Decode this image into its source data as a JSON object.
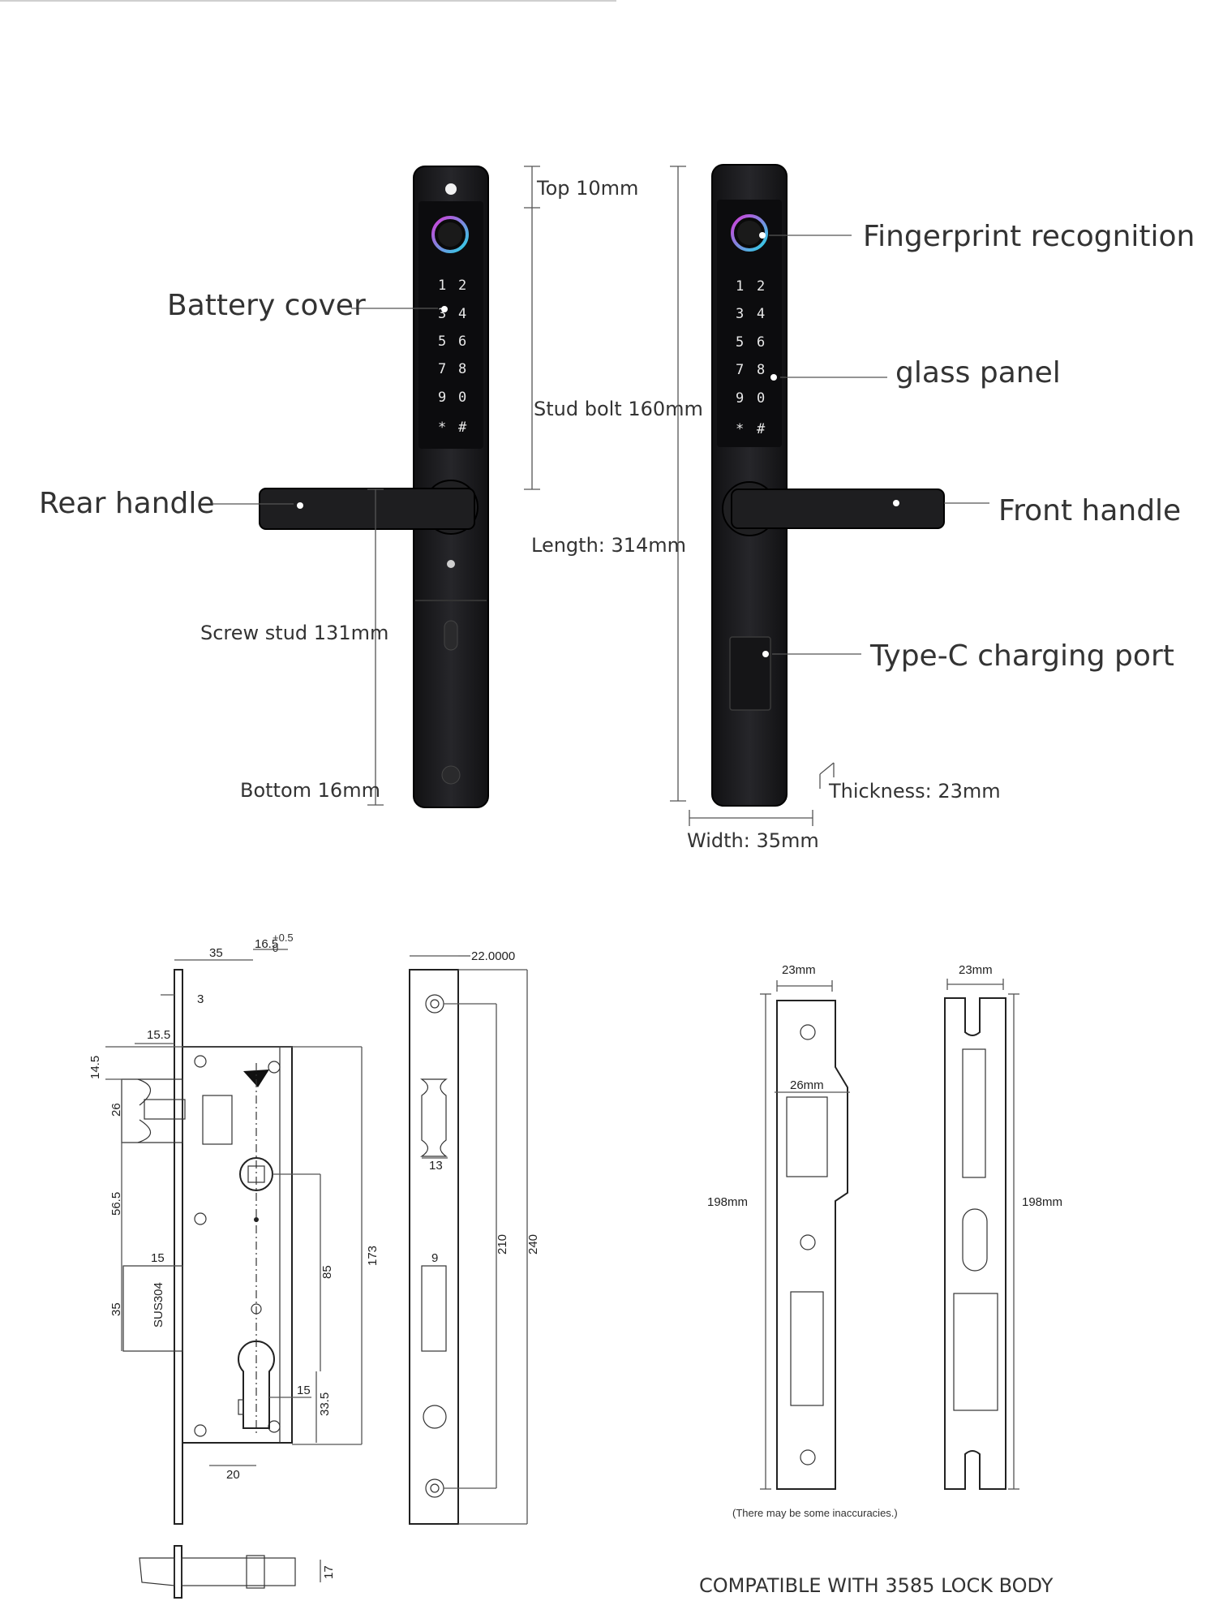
{
  "callouts": {
    "top": "Top 10mm",
    "stud_bolt": "Stud bolt 160mm",
    "length": "Length: 314mm",
    "battery_cover": "Battery cover",
    "rear_handle": "Rear handle",
    "screw_stud": "Screw stud 131mm",
    "bottom": "Bottom 16mm",
    "fingerprint": "Fingerprint recognition",
    "glass_panel": "glass panel",
    "front_handle": "Front handle",
    "type_c": "Type-C charging port",
    "thickness": "Thickness: 23mm",
    "width": "Width: 35mm"
  },
  "keypad": [
    "1",
    "2",
    "3",
    "4",
    "5",
    "6",
    "7",
    "8",
    "9",
    "0",
    "*",
    "#"
  ],
  "lock_body": {
    "d35": "35",
    "d16_5": "16.5",
    "d_tol_plus": "+0.5",
    "d_tol_zero": "0",
    "d3": "3",
    "d15_5": "15.5",
    "d14_5": "14.5",
    "d26": "26",
    "d56_5": "56.5",
    "d15": "15",
    "d35b": "35",
    "material": "SUS304",
    "d173": "173",
    "d85": "85",
    "d15b": "15",
    "d33_5": "33.5",
    "d20": "20",
    "d17": "17"
  },
  "faceplate": {
    "d22": "22.0000",
    "d13": "13",
    "d9": "9",
    "d210": "210",
    "d240": "240"
  },
  "strike": {
    "w23a": "23mm",
    "w26": "26mm",
    "h198a": "198mm",
    "w23b": "23mm",
    "h198b": "198mm",
    "note": "(There may be some inaccuracies.)"
  },
  "footer": "COMPATIBLE WITH 3585 LOCK BODY",
  "colors": {
    "body": "#1b1b1d",
    "fingerprint_ring_a": "#d53ad8",
    "fingerprint_ring_b": "#27d6e6"
  }
}
